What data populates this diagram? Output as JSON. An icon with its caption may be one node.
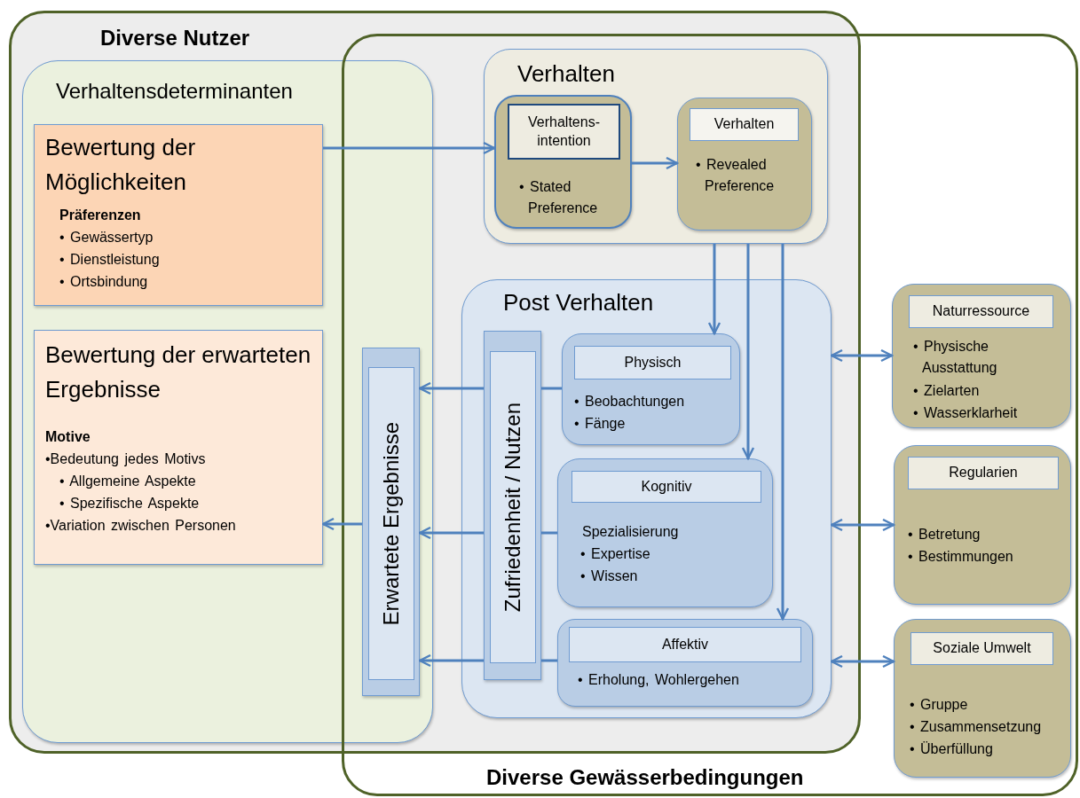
{
  "diagram": {
    "nodes": [
      {
        "text": [
          "Diverse Nutzer"
        ]
      },
      {
        "text": [
          "Diverse Gewässerbedingungen"
        ]
      },
      {
        "text": [
          "Verhaltensdeterminanten"
        ],
        "in": 0
      },
      {
        "text": [
          "Bewertung der Möglichkeiten",
          "Präferenzen",
          "• Gewässertyp",
          "• Dienstleistung",
          "• Ortsbindung"
        ],
        "in": 2
      },
      {
        "text": [
          "Bewertung der erwarteten Ergebnisse",
          "Motive",
          "•Bedeutung jedes Motivs",
          "• Allgemeine Aspekte",
          "• Spezifische Aspekte",
          "•Variation zwischen Personen"
        ],
        "in": 2
      },
      {
        "text": [
          "Verhalten"
        ]
      },
      {
        "text": [
          "Verhaltens-intention",
          "• Stated Preference"
        ],
        "in": 5
      },
      {
        "text": [
          "Verhalten",
          "• Revealed Preference"
        ],
        "in": 5
      },
      {
        "text": [
          "Post Verhalten"
        ]
      },
      {
        "text": [
          "Erwartete Ergebnisse"
        ]
      },
      {
        "text": [
          "Zufriedenheit / Nutzen"
        ],
        "in": 8
      },
      {
        "text": [
          "Physisch",
          "• Beobachtungen",
          "• Fänge"
        ],
        "in": 8
      },
      {
        "text": [
          "Kognitiv",
          "Spezialisierung",
          "• Expertise",
          "• Wissen"
        ],
        "in": 8
      },
      {
        "text": [
          "Affektiv",
          "• Erholung, Wohlergehen"
        ],
        "in": 8
      },
      {
        "text": [
          "Naturressource",
          "• Physische Ausstattung",
          "• Zielarten",
          "• Wasserklarheit"
        ],
        "in": 1
      },
      {
        "text": [
          "Regularien",
          "• Betretung",
          "• Bestimmungen"
        ],
        "in": 1
      },
      {
        "text": [
          "Soziale Umwelt",
          "• Gruppe",
          "• Zusammensetzung",
          "• Überfüllung"
        ],
        "in": 1
      }
    ],
    "edges": [
      {
        "from": 3,
        "to": 6,
        "arrow": "to"
      },
      {
        "from": 6,
        "to": 7,
        "arrow": "to"
      },
      {
        "from": 5,
        "to": 11,
        "arrow": "to"
      },
      {
        "from": 5,
        "to": 12,
        "arrow": "to"
      },
      {
        "from": 5,
        "to": 13,
        "arrow": "to"
      },
      {
        "from": 11,
        "to": 10,
        "arrow": "none"
      },
      {
        "from": 10,
        "to": 9,
        "arrow": "to"
      },
      {
        "from": 12,
        "to": 10,
        "arrow": "none"
      },
      {
        "from": 10,
        "to": 9,
        "arrow": "to"
      },
      {
        "from": 13,
        "to": 10,
        "arrow": "none"
      },
      {
        "from": 10,
        "to": 9,
        "arrow": "to"
      },
      {
        "from": 9,
        "to": 4,
        "arrow": "to"
      },
      {
        "from": 8,
        "to": 14,
        "arrow": "both"
      },
      {
        "from": 8,
        "to": 15,
        "arrow": "both"
      },
      {
        "from": 8,
        "to": 16,
        "arrow": "both"
      }
    ]
  }
}
